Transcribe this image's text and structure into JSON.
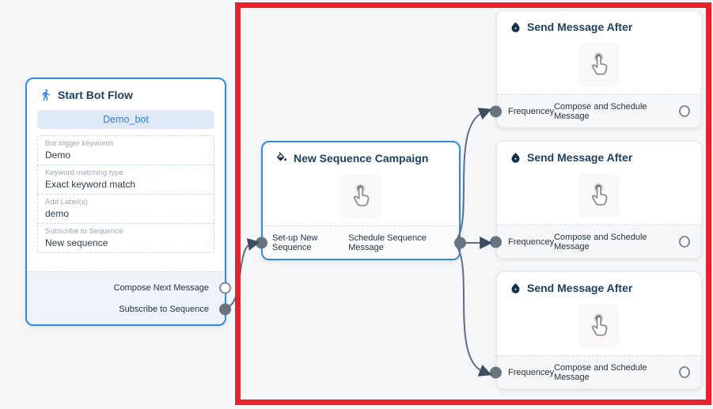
{
  "colors": {
    "canvas_bg": "#f5f6f8",
    "node_accent_blue": "#2f8ae0",
    "title_navy": "#1c3f5e",
    "pill_bg": "#dfeaf6",
    "pill_text": "#2f7ed8",
    "port_gray": "#68747f",
    "edge_gray": "#5e6f80",
    "annotation_red": "#e9212a"
  },
  "icons": {
    "start": "walking-person-icon",
    "sequence": "ink-bucket-icon",
    "send": "water-drop-icon",
    "body": "touch-pointer-icon",
    "edge_end": "arrowhead-icon"
  },
  "nodes": {
    "start": {
      "title": "Start Bot Flow",
      "bot_button": "Demo_bot",
      "fields": [
        {
          "label": "Bot trigger keywords",
          "value": "Demo"
        },
        {
          "label": "Keyword matching type",
          "value": "Exact keyword match"
        },
        {
          "label": "Add Label(s)",
          "value": "demo"
        },
        {
          "label": "Subscribe to Sequence",
          "value": "New sequence"
        }
      ],
      "ports": {
        "compose_next_message": "Compose Next Message",
        "subscribe_to_sequence": "Subscribe to Sequence"
      }
    },
    "sequence": {
      "title": "New Sequence Campaign",
      "input_port": "Set-up New Sequence",
      "output_port": "Schedule Sequence Message"
    },
    "send_nodes": [
      {
        "title": "Send Message After",
        "input_port": "Frequencey",
        "output_port": "Compose and Schedule Message"
      },
      {
        "title": "Send Message After",
        "input_port": "Frequencey",
        "output_port": "Compose and Schedule Message"
      },
      {
        "title": "Send Message After",
        "input_port": "Frequencey",
        "output_port": "Compose and Schedule Message"
      }
    ]
  }
}
